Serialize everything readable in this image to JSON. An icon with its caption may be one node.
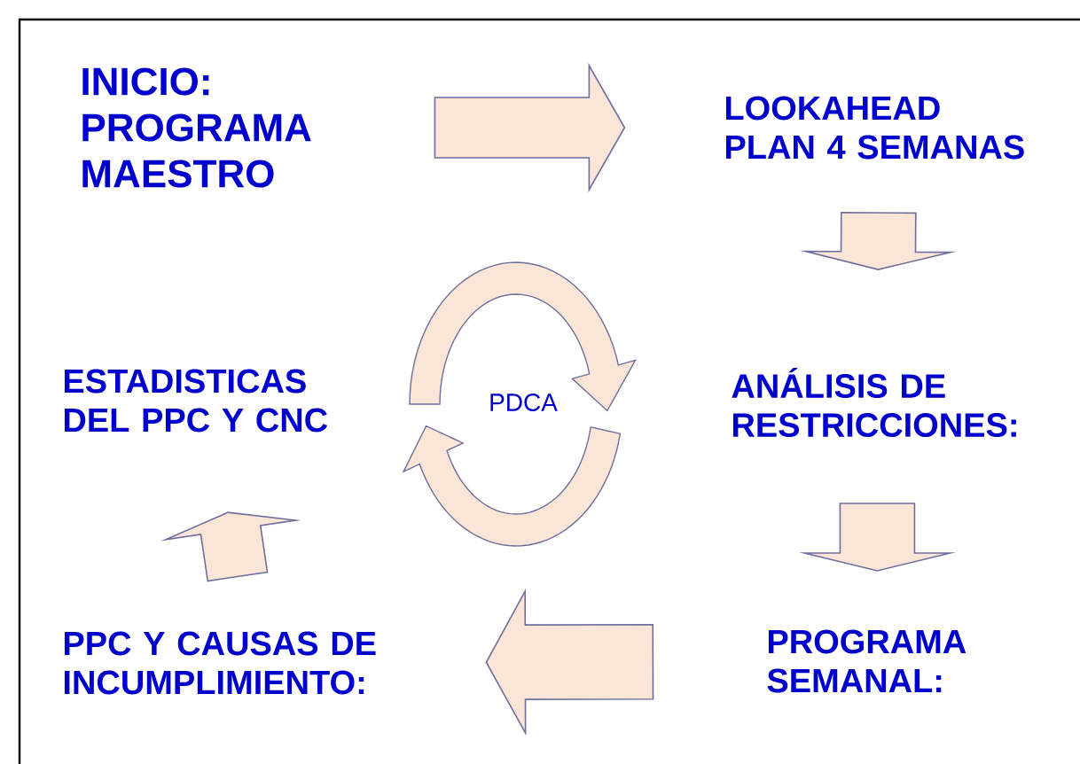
{
  "diagram": {
    "nodes": [
      {
        "text": [
          "INICIO: PROGRAMA MAESTRO"
        ]
      },
      {
        "text": [
          "LOOKAHEAD PLAN 4 SEMANAS"
        ]
      },
      {
        "text": [
          "ANÁLISIS DE RESTRICCIONES:"
        ]
      },
      {
        "text": [
          "PROGRAMA SEMANAL:"
        ]
      },
      {
        "text": [
          "PPC Y CAUSAS DE INCUMPLIMIENTO:"
        ]
      },
      {
        "text": [
          "ESTADISTICAS DEL PPC Y CNC"
        ]
      },
      {
        "text": [
          "PDCA"
        ]
      }
    ],
    "edges": [
      {
        "from": 0,
        "to": 1,
        "arrow": "to"
      },
      {
        "from": 1,
        "to": 2,
        "arrow": "to"
      },
      {
        "from": 2,
        "to": 3,
        "arrow": "to"
      },
      {
        "from": 3,
        "to": 4,
        "arrow": "to"
      },
      {
        "from": 4,
        "to": 5,
        "arrow": "to"
      }
    ]
  }
}
